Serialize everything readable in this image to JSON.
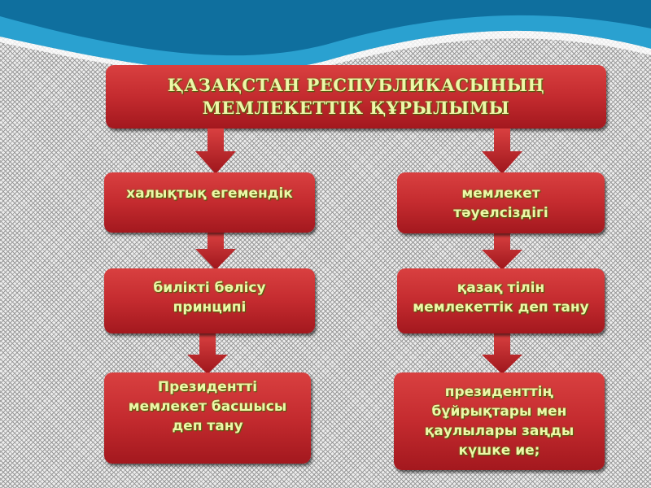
{
  "title": {
    "line1": "ҚАЗАҚСТАН РЕСПУБЛИКАСЫНЫҢ",
    "line2": "МЕМЛЕКЕТТІК ҚҰРЫЛЫМЫ"
  },
  "left": [
    {
      "lines": [
        "халықтық егемендік"
      ]
    },
    {
      "lines": [
        "билікті бөлісу",
        "принципі"
      ]
    },
    {
      "lines": [
        "Президентті",
        "мемлекет басшысы",
        "деп тану"
      ]
    }
  ],
  "right": [
    {
      "lines": [
        "мемлекет",
        "тәуелсіздігі"
      ]
    },
    {
      "lines": [
        "қазақ тілін",
        "мемлекеттік деп тану"
      ]
    },
    {
      "lines": [
        "президенттің",
        "бұйрықтары мен",
        "қаулылары заңды",
        "күшке ие;"
      ]
    }
  ],
  "colors": {
    "box": "#c42b2f",
    "text": "#eef7a8",
    "wave": "#1a8fc4"
  }
}
